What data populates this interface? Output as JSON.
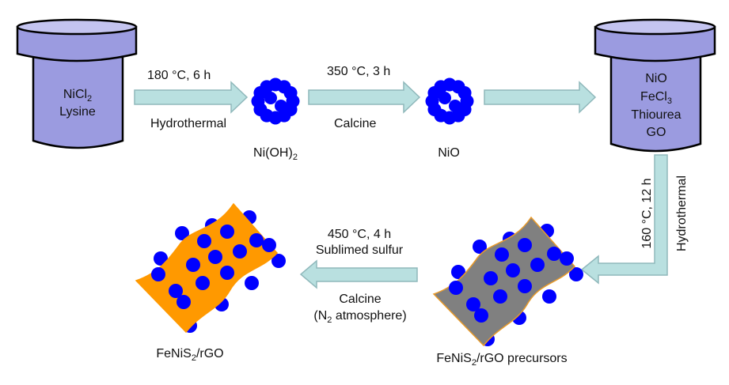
{
  "colors": {
    "beaker": "#9b9be0",
    "beaker_lid_top": "#c4c4f0",
    "arrow": "#b9e0e0",
    "arrow_stroke": "#8fb8bb",
    "particle": "#0000ff",
    "sheet_product": "#ff9900",
    "sheet_precursor": "#808080",
    "sheet_edge": "#e89a2a"
  },
  "beaker1": {
    "line1": "NiCl",
    "line1_sub": "2",
    "line2": "Lysine"
  },
  "step1": {
    "top": "180 °C, 6 h",
    "bottom": "Hydrothermal"
  },
  "nioh2_label": {
    "main": "Ni(OH)",
    "sub": "2",
    "close": ""
  },
  "step2": {
    "top": "350 °C, 3 h",
    "bottom": "Calcine"
  },
  "nio_label": "NiO",
  "beaker2": {
    "line1": "NiO",
    "line2": "FeCl",
    "line2_sub": "3",
    "line3": "Thiourea",
    "line4": "GO"
  },
  "step3": {
    "left": "160 °C, 12 h",
    "right": "Hydrothermal"
  },
  "step4": {
    "line1": "450 °C, 4 h",
    "line2": "Sublimed sulfur",
    "line3": "Calcine",
    "line4_a": "(N",
    "line4_sub": "2",
    "line4_b": " atmosphere)"
  },
  "product_label": {
    "a": "FeNiS",
    "sub": "2",
    "b": "/rGO"
  },
  "precursor_label": {
    "a": "FeNiS",
    "sub": "2",
    "b": "/rGO precursors"
  }
}
